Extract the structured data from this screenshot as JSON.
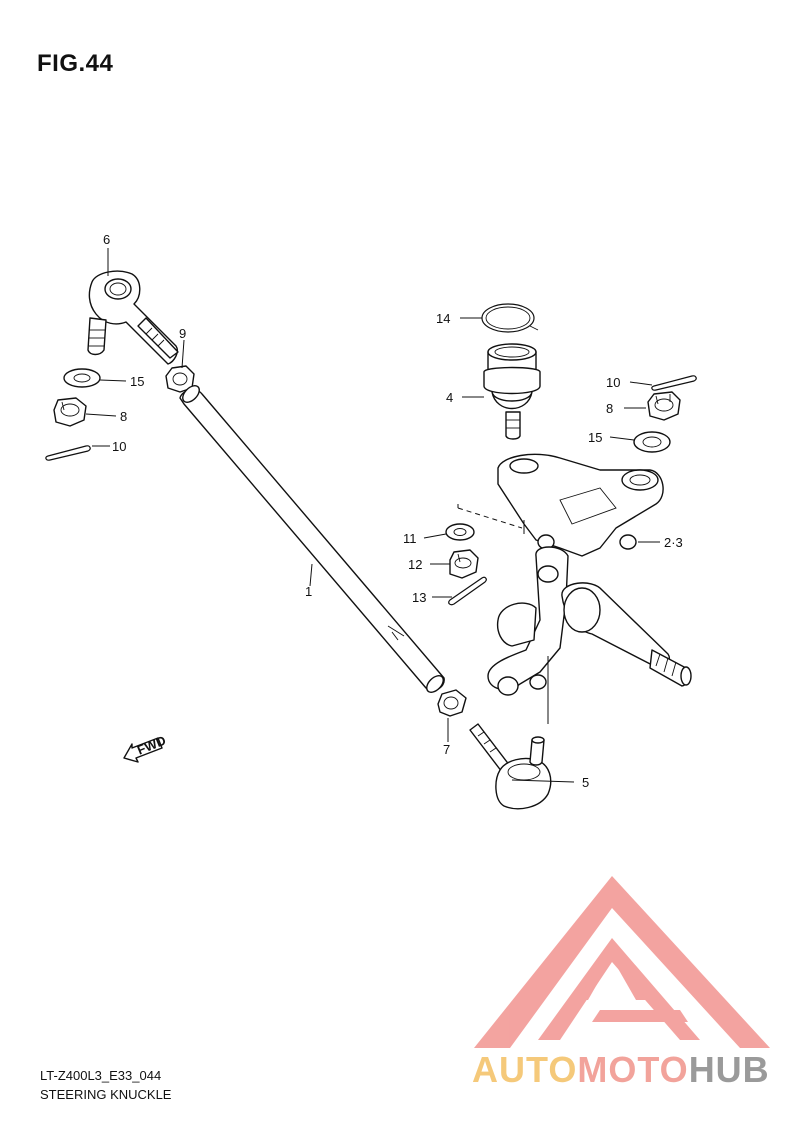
{
  "figure_title": "FIG.44",
  "callouts": {
    "c1": "1",
    "c2_3": "2·3",
    "c4": "4",
    "c5": "5",
    "c6": "6",
    "c7": "7",
    "c8_left": "8",
    "c8_right": "8",
    "c9": "9",
    "c10_left": "10",
    "c10_right": "10",
    "c11": "11",
    "c12": "12",
    "c13": "13",
    "c14": "14",
    "c15_left": "15",
    "c15_right": "15"
  },
  "fwd_label": "FWD",
  "footer": {
    "code": "LT-Z400L3_E33_044",
    "name": "STEERING KNUCKLE"
  },
  "watermark": {
    "text_auto": "AUTO",
    "text_moto": "MOTO",
    "text_hub": "HUB",
    "color_auto": "#f5c97a",
    "color_moto": "#f2a39b",
    "color_hub": "#9a9a9a",
    "logo_color": "#f29a96"
  }
}
